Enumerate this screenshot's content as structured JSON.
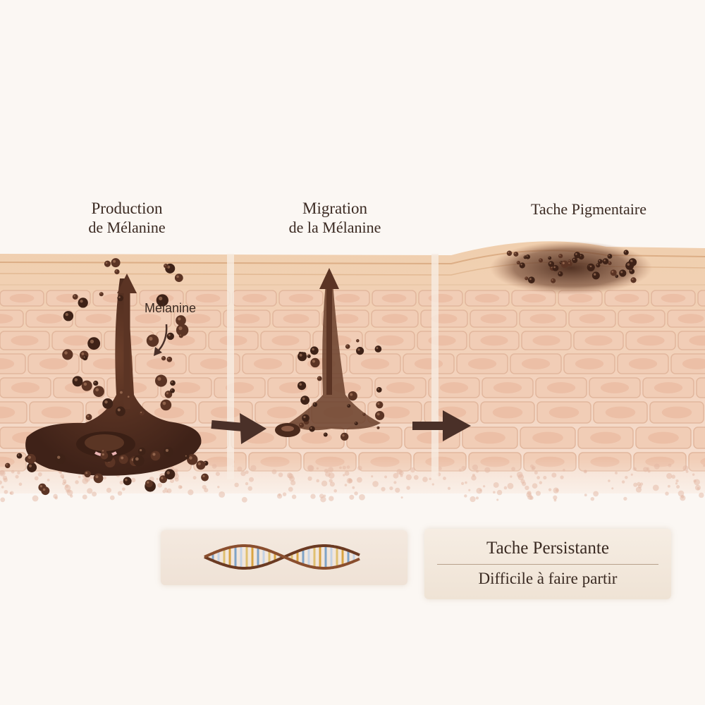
{
  "stages": [
    {
      "line1": "Production",
      "line2": "de Mélanine"
    },
    {
      "line1": "Migration",
      "line2": "de la Mélanine"
    },
    {
      "line1": "Tache Pigmentaire"
    }
  ],
  "callout": {
    "label": "Mélanine"
  },
  "info_box": {
    "title": "Tache Persistante",
    "subtitle": "Difficile à faire partir"
  },
  "icons": [
    "dna-helix-icon",
    "arrow-right-icon",
    "arrow-up-icon"
  ],
  "colors": {
    "skin_light": "#f4d8c0",
    "cell_fill": "#f1cdb6",
    "cell_border": "#e2b79d",
    "nucleus": "#e9b9a0",
    "melanin": "#5b3424",
    "melanin_dark": "#3e2217",
    "arrow": "#4a3028",
    "background": "#fbf7f3"
  }
}
